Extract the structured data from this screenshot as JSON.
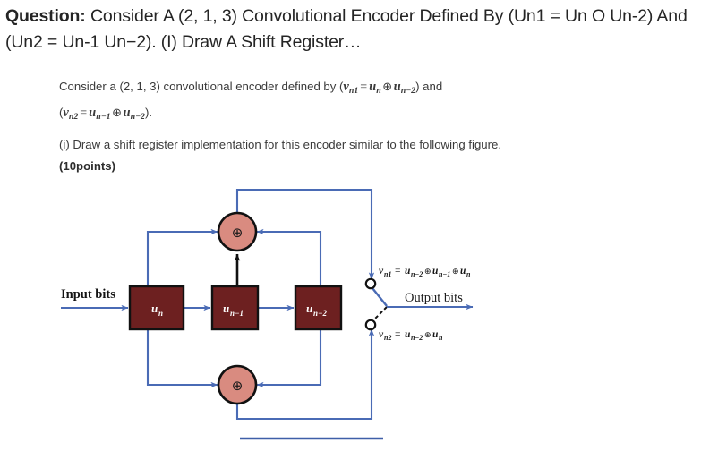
{
  "heading": {
    "label": "Question:",
    "text": "Consider A (2, 1, 3) Convolutional Encoder Defined By (Un1 = Un O Un-2) And (Un2 = Un-1 Un−2). (I) Draw A Shift Register…"
  },
  "body": {
    "line1_prefix": "Consider a (2, 1, 3) convolutional encoder defined by (",
    "line1_eq1_v": "v",
    "line1_eq1_vsub": "n1",
    "line1_eq1_equals": "=",
    "line1_eq1_u1": "u",
    "line1_eq1_u1sub": "n",
    "line1_eq1_xor": "⊕",
    "line1_eq1_u2": "u",
    "line1_eq1_u2sub": "n−2",
    "line1_suffix": ") and",
    "line2_open": "(",
    "line2_v": "v",
    "line2_vsub": "n2",
    "line2_equals": "=",
    "line2_u1": "u",
    "line2_u1sub": "n−1",
    "line2_xor": "⊕",
    "line2_u2": "u",
    "line2_u2sub": "n−2",
    "line2_close": ").",
    "para2": "(i) Draw a shift register implementation for this encoder similar to the following figure.",
    "points": "(10points)"
  },
  "figure": {
    "input_label": "Input bits",
    "output_label": "Output bits",
    "registers": [
      {
        "base": "u",
        "sub": "n"
      },
      {
        "base": "u",
        "sub": "n−1"
      },
      {
        "base": "u",
        "sub": "n−2"
      }
    ],
    "xor_symbol": "⊕",
    "formula_top": {
      "v": "v",
      "vsub": "n1",
      "equals": "=",
      "t1": "u",
      "t1sub": "n−2",
      "op1": "⊕",
      "t2": "u",
      "t2sub": "n−1",
      "op2": "⊕",
      "t3": "u",
      "t3sub": "n"
    },
    "formula_bottom": {
      "v": "v",
      "vsub": "n2",
      "equals": "=",
      "t1": "u",
      "t1sub": "n−2",
      "op1": "⊕",
      "t2": "u",
      "t2sub": "n"
    }
  },
  "colors": {
    "wire": "#4a6bb5",
    "register_fill": "#6d2020",
    "register_stroke": "#111111",
    "xor_fill": "#d98b80",
    "xor_stroke": "#111111",
    "black_wire": "#111111",
    "divider": "#3f5fa8"
  }
}
